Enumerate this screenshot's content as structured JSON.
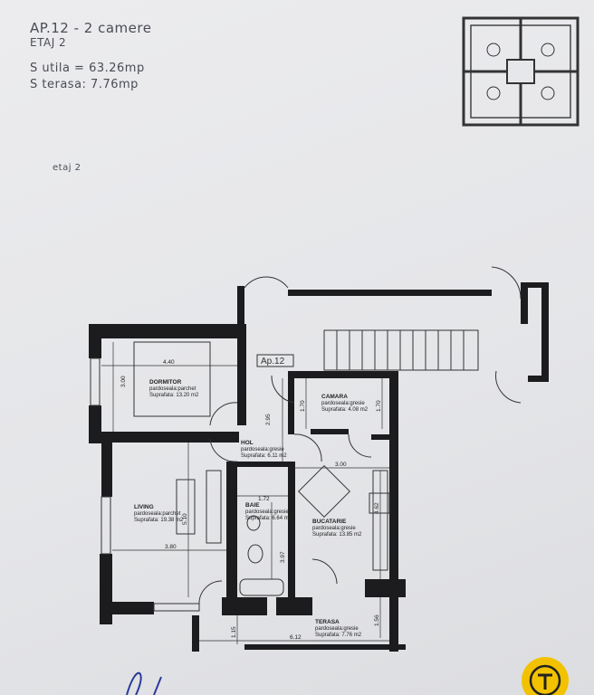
{
  "header": {
    "title": "AP.12 - 2 camere",
    "floor": "ETAJ 2",
    "useful_area": "S utila = 63.26mp",
    "terrace_area": "S terasa: 7.76mp"
  },
  "floor_note": "etaj 2",
  "apartment_tag": "Ap.12",
  "rooms": {
    "dormitor": {
      "name": "DORMITOR",
      "floor": "pardoseala:parchet",
      "area": "Suprafata: 13.20 m2"
    },
    "camara": {
      "name": "CAMARA",
      "floor": "pardoseala:gresie",
      "area": "Suprafata: 4.08 m2"
    },
    "hol": {
      "name": "HOL",
      "floor": "pardoseala:gresie",
      "area": "Suprafata: 6.11 m2"
    },
    "living": {
      "name": "LIVING",
      "floor": "pardoseala:parchet",
      "area": "Suprafata: 19.38 m2"
    },
    "baie": {
      "name": "BAIE",
      "floor": "pardoseala:gresie",
      "area": "Suprafata: 6.64 m2"
    },
    "bucatarie": {
      "name": "BUCATARIE",
      "floor": "pardoseala:gresie",
      "area": "Suprafata: 13.85 m2"
    },
    "terasa": {
      "name": "TERASA",
      "floor": "pardoseala:gresie",
      "area": "Suprafata: 7.76 m2"
    }
  },
  "dimensions": {
    "dormitor_w": "4.40",
    "dormitor_h": "3.00",
    "camara_h1": "1.70",
    "camara_h2": "1.70",
    "hol_h": "2.95",
    "bucatarie_w": "3.00",
    "baie_w": "1.72",
    "living_h": "5.10",
    "living_w": "3.80",
    "baie_h": "3.97",
    "bucatarie_h": "4.62",
    "terasa_h1": "1.15",
    "terasa_w": "6.12",
    "terasa_h2": "1.56"
  },
  "colors": {
    "ink": "#1c1c1e",
    "paper": "#e6e7ea",
    "signature": "#2a3a9a",
    "logo": "#f2c200"
  }
}
